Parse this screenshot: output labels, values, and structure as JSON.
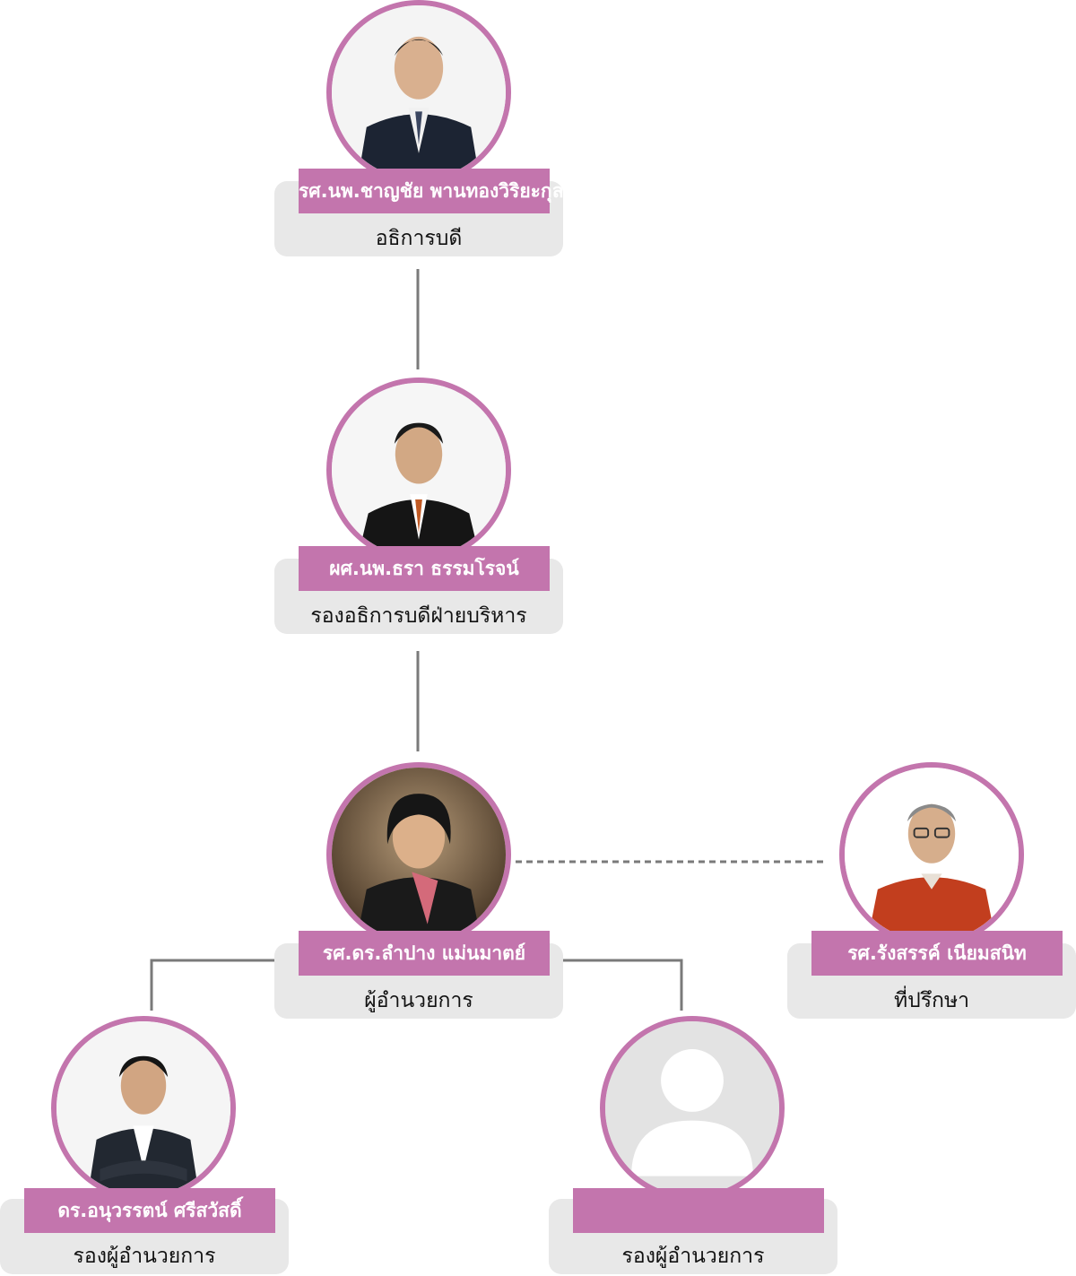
{
  "org_chart": {
    "accent_color": "#c375ad",
    "card_color": "#e8e8e8",
    "people": [
      {
        "id": "president",
        "name": "รศ.นพ.ชาญชัย พานทองวิริยะกุล",
        "position": "อธิการบดี",
        "photo": "man-in-suit-photo"
      },
      {
        "id": "vice-president",
        "name": "ผศ.นพ.ธรา ธรรมโรจน์",
        "position": "รองอธิการบดีฝ่ายบริหาร",
        "photo": "man-in-suit-photo"
      },
      {
        "id": "director",
        "name": "รศ.ดร.ลำปาง แม่นมาตย์",
        "position": "ผู้อำนวยการ",
        "photo": "woman-in-suit-photo"
      },
      {
        "id": "advisor",
        "name": "รศ.รังสรรค์ เนียมสนิท",
        "position": "ที่ปรึกษา",
        "photo": "man-in-red-shirt-photo"
      },
      {
        "id": "deputy-director-1",
        "name": "ดร.อนุวรรตน์ ศรีสวัสดิ์",
        "position": "รองผู้อำนวยการ",
        "photo": "man-arms-crossed-photo"
      },
      {
        "id": "deputy-director-2",
        "name": "",
        "position": "รองผู้อำนวยการ",
        "photo": "placeholder-avatar"
      }
    ]
  }
}
